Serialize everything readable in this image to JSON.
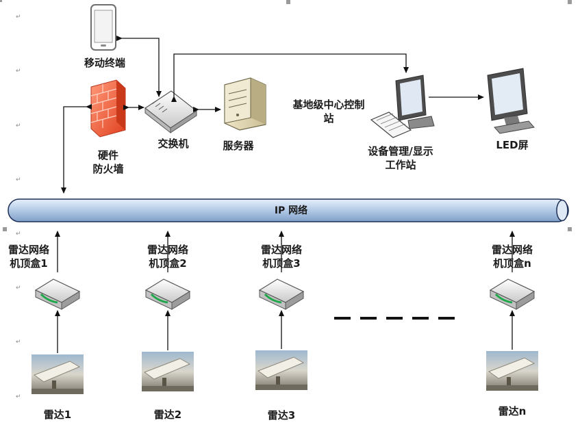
{
  "mobile": {
    "label": "移动终端"
  },
  "firewall": {
    "line1": "硬件",
    "line2": "防火墙"
  },
  "switch": {
    "label": "交换机"
  },
  "server": {
    "label": "服务器"
  },
  "control_station": {
    "line1": "基地级中心控制",
    "line2": "站"
  },
  "workstation": {
    "line1": "设备管理/显示",
    "line2": "工作站"
  },
  "led": {
    "label": "LED屏"
  },
  "network": {
    "label": "IP 网络"
  },
  "radars": [
    {
      "box_line1": "雷达网络",
      "box_line2": "机顶盒1",
      "radar_label": "雷达1"
    },
    {
      "box_line1": "雷达网络",
      "box_line2": "机顶盒2",
      "radar_label": "雷达2"
    },
    {
      "box_line1": "雷达网络",
      "box_line2": "机顶盒3",
      "radar_label": "雷达3"
    },
    {
      "box_line1": "雷达网络",
      "box_line2": "机顶盒n",
      "radar_label": "雷达n"
    }
  ],
  "paragraph_mark": "↵"
}
